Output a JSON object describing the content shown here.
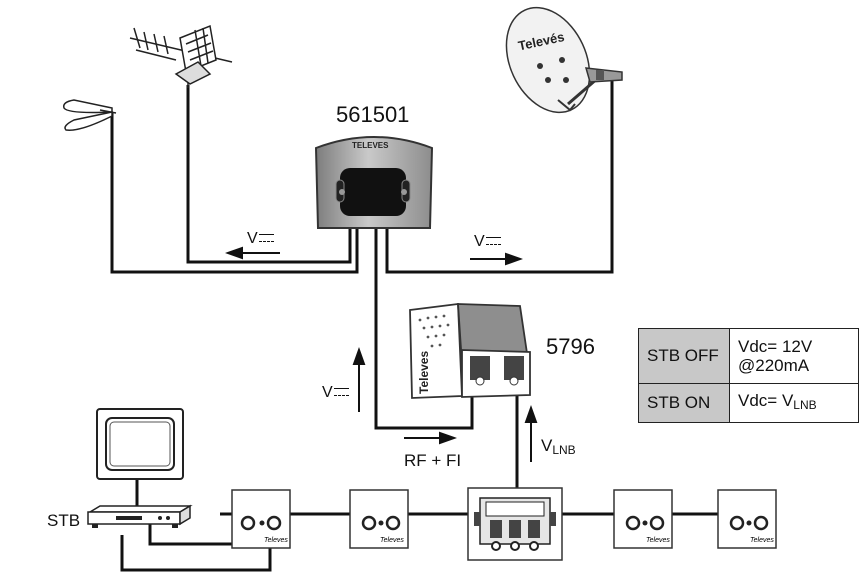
{
  "labels": {
    "amp_model": "561501",
    "psu_model": "5796",
    "rf_fi": "RF + FI",
    "stb": "STB",
    "v_left": "V",
    "v_right": "V",
    "v_psu": "V",
    "vlnb_main": "V",
    "vlnb_sub": "LNB",
    "brand": "Televés"
  },
  "table": {
    "rows": [
      {
        "state": "STB OFF",
        "value_line1": "Vdc= 12V",
        "value_line2": "@220mA"
      },
      {
        "state": "STB ON",
        "value_main": "Vdc= V",
        "value_sub": "LNB"
      }
    ]
  },
  "colors": {
    "line": "#111111",
    "device_gray": "#a7a7a7",
    "table_header": "#c8c8c8"
  },
  "icons": [
    "terrestrial-antenna-icon",
    "fm-dipole-icon",
    "satellite-dish-icon",
    "tv-icon",
    "set-top-box-icon",
    "wall-outlet-icon",
    "splitter-icon"
  ]
}
